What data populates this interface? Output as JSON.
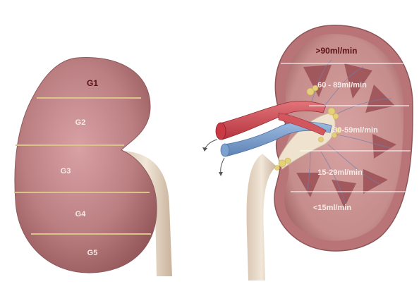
{
  "left_kidney": {
    "stages": [
      "G1",
      "G2",
      "G3",
      "G4",
      "G5"
    ]
  },
  "right_kidney": {
    "ranges": [
      ">90ml/min",
      "60 - 89ml/min",
      "30-59ml/min",
      "15-29ml/min",
      "<15ml/min"
    ]
  },
  "colors": {
    "kidney_fill": "#b97a7c",
    "kidney_dark": "#8f5557",
    "band_line": "#d9c48a",
    "ureter": "#eadcc8",
    "artery": "#c9464f",
    "vein": "#6f94c4",
    "label_light": "#f5ece8",
    "label_dark": "#5a1414"
  }
}
